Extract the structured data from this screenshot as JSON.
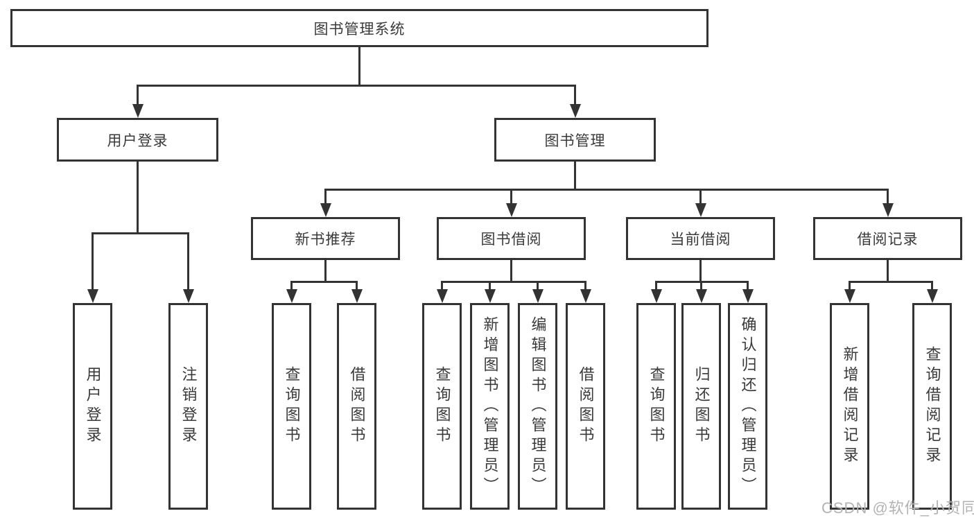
{
  "diagram": {
    "root": "图书管理系统",
    "login": {
      "label": "用户登录",
      "children": [
        "用户登录",
        "注销登录"
      ]
    },
    "mgmt": {
      "label": "图书管理",
      "groups": [
        {
          "label": "新书推荐",
          "children": [
            "查询图书",
            "借阅图书"
          ]
        },
        {
          "label": "图书借阅",
          "children": [
            "查询图书",
            "新增图书（管理员）",
            "编辑图书（管理员）",
            "借阅图书"
          ]
        },
        {
          "label": "当前借阅",
          "children": [
            "查询图书",
            "归还图书",
            "确认归还（管理员）"
          ]
        },
        {
          "label": "借阅记录",
          "children": [
            "新增借阅记录",
            "查询借阅记录"
          ]
        }
      ]
    }
  },
  "watermark": "CSDN @软件_小贺同学",
  "colors": {
    "line": "#333333",
    "text": "#3a3a3a",
    "background": "#ffffff",
    "watermark": "#b3b3b3"
  }
}
